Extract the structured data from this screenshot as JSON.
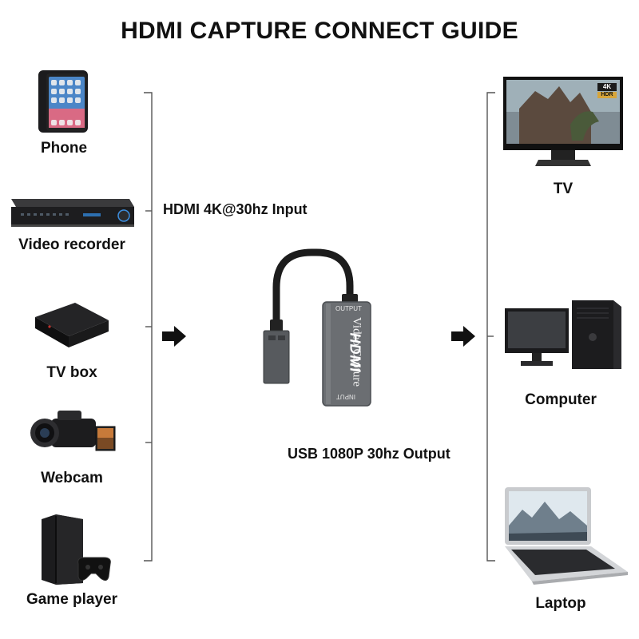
{
  "title": "HDMI CAPTURE CONNECT GUIDE",
  "inputs": [
    {
      "label": "Phone",
      "icon": "smartphone-icon"
    },
    {
      "label": "Video recorder",
      "icon": "dvr-icon"
    },
    {
      "label": "TV box",
      "icon": "tv-box-icon"
    },
    {
      "label": "Webcam",
      "icon": "camcorder-icon"
    },
    {
      "label": "Game player",
      "icon": "game-console-icon"
    }
  ],
  "outputs": [
    {
      "label": "TV",
      "icon": "tv-4k-icon"
    },
    {
      "label": "Computer",
      "icon": "desktop-computer-icon"
    },
    {
      "label": "Laptop",
      "icon": "laptop-icon"
    }
  ],
  "input_caption": "HDMI 4K@30hz Input",
  "output_caption": "USB 1080P 30hz Output",
  "device": {
    "brand_text": "Video Capture",
    "logo_text": "HDMI",
    "output_port_label": "OUTPUT",
    "input_port_label": "INPUT"
  },
  "tv_badges": {
    "resolution": "4K",
    "hdr": "HDR"
  },
  "colors": {
    "text": "#111111",
    "bracket": "#555555",
    "device_body": "#6b6e72",
    "cable": "#1c1c1c"
  }
}
